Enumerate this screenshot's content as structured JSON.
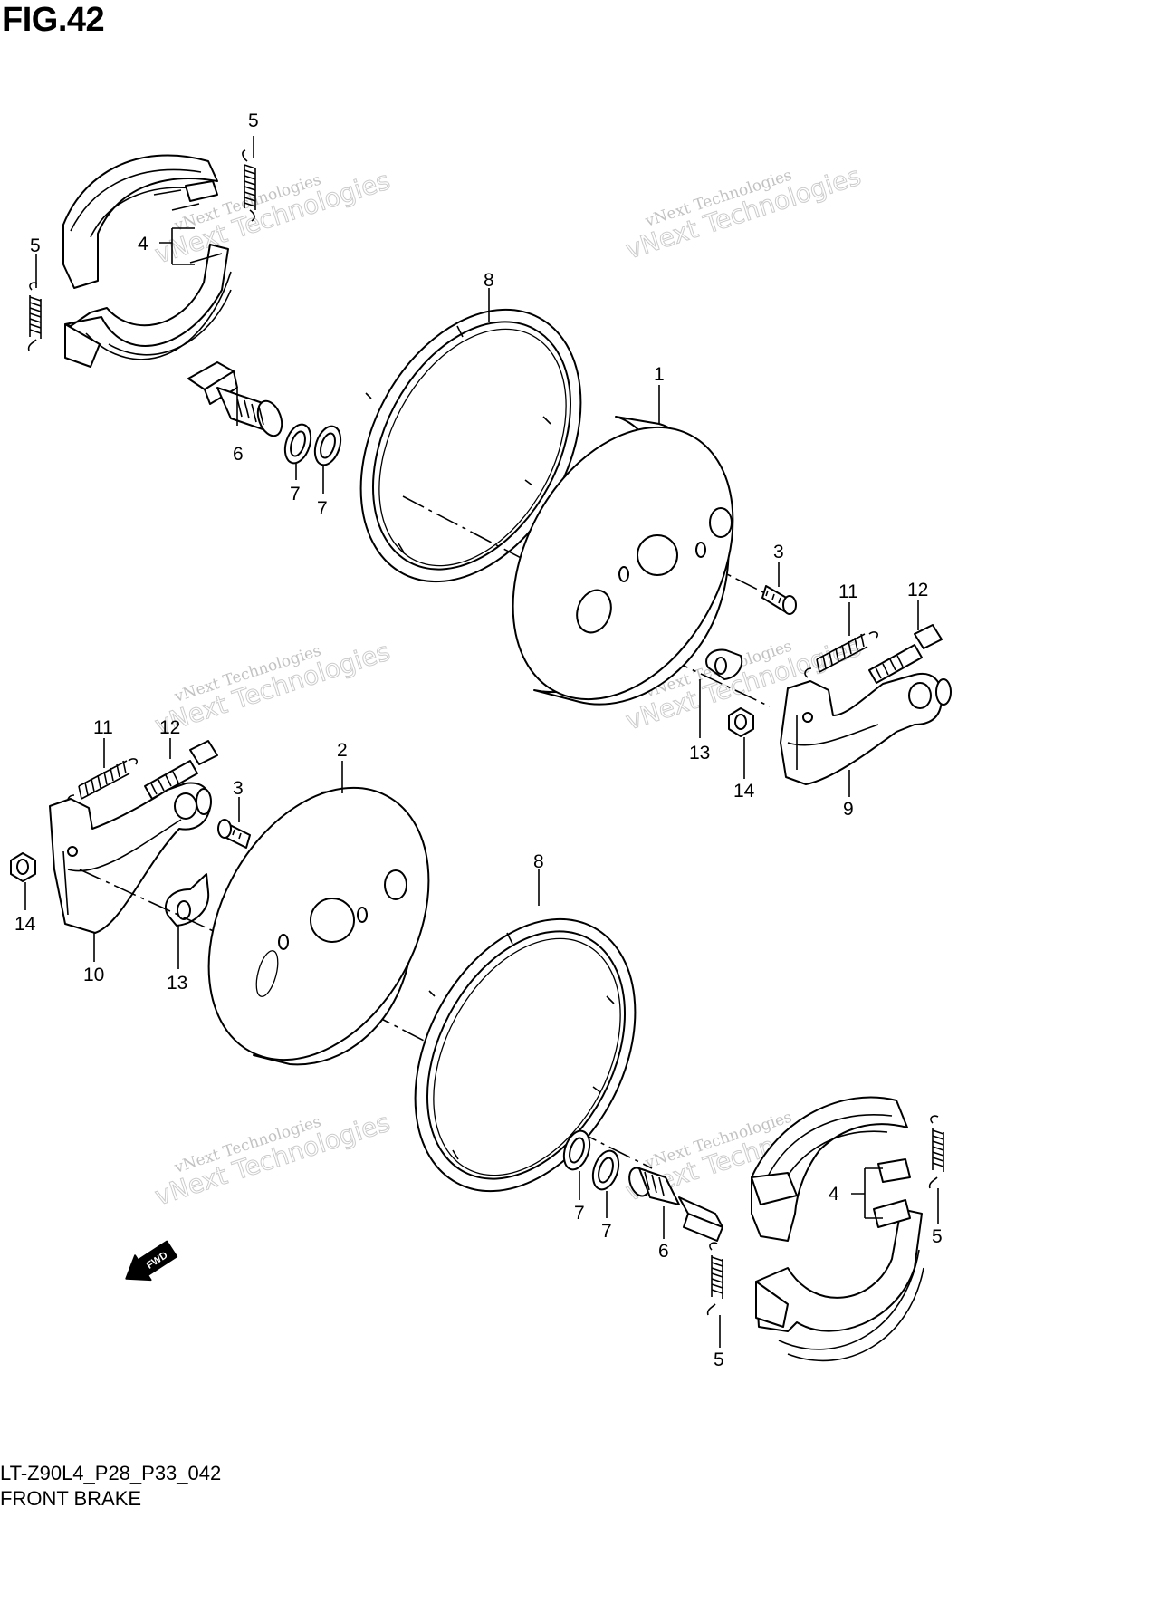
{
  "figure": {
    "title": "FIG.42",
    "code": "LT-Z90L4_P28_P33_042",
    "name": "FRONT BRAKE"
  },
  "callouts": [
    "1",
    "2",
    "3",
    "4",
    "5",
    "6",
    "7",
    "8",
    "9",
    "10",
    "11",
    "12",
    "13",
    "14"
  ],
  "watermark": {
    "line1": "vNext Technologies",
    "line2": "vNext Technologies"
  },
  "arrow_label": "FWD"
}
